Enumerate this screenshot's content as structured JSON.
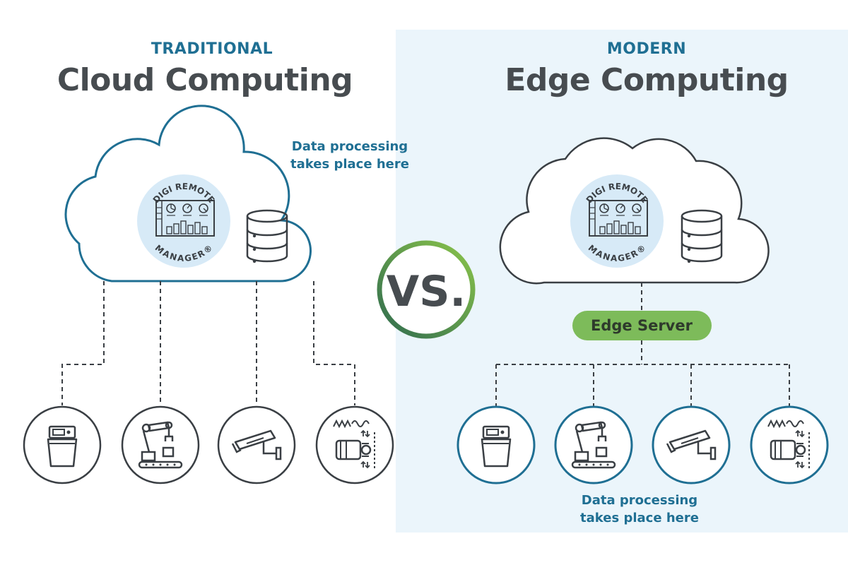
{
  "left": {
    "eyebrow": "TRADITIONAL",
    "title": "Cloud Computing",
    "note_line1": "Data processing",
    "note_line2": "takes place here"
  },
  "right": {
    "eyebrow": "MODERN",
    "title": "Edge Computing",
    "note_line1": "Data processing",
    "note_line2": "takes place here",
    "edge_server_label": "Edge Server"
  },
  "vs_label": "VS.",
  "drm": {
    "line1": "DIGI REMOTE",
    "line2": "MANAGER®"
  },
  "devices": [
    "kiosk-icon",
    "robot-arm-icon",
    "security-camera-icon",
    "motor-sensor-icon"
  ],
  "colors": {
    "accent_blue": "#1f6f93",
    "heading_gray": "#474c50",
    "edge_green": "#7dbb5a",
    "vs_gradient_start": "#2f6b4f",
    "vs_gradient_end": "#8bc54a",
    "right_panel_bg": "#ebf5fb",
    "drm_circle": "#d7eaf7"
  }
}
